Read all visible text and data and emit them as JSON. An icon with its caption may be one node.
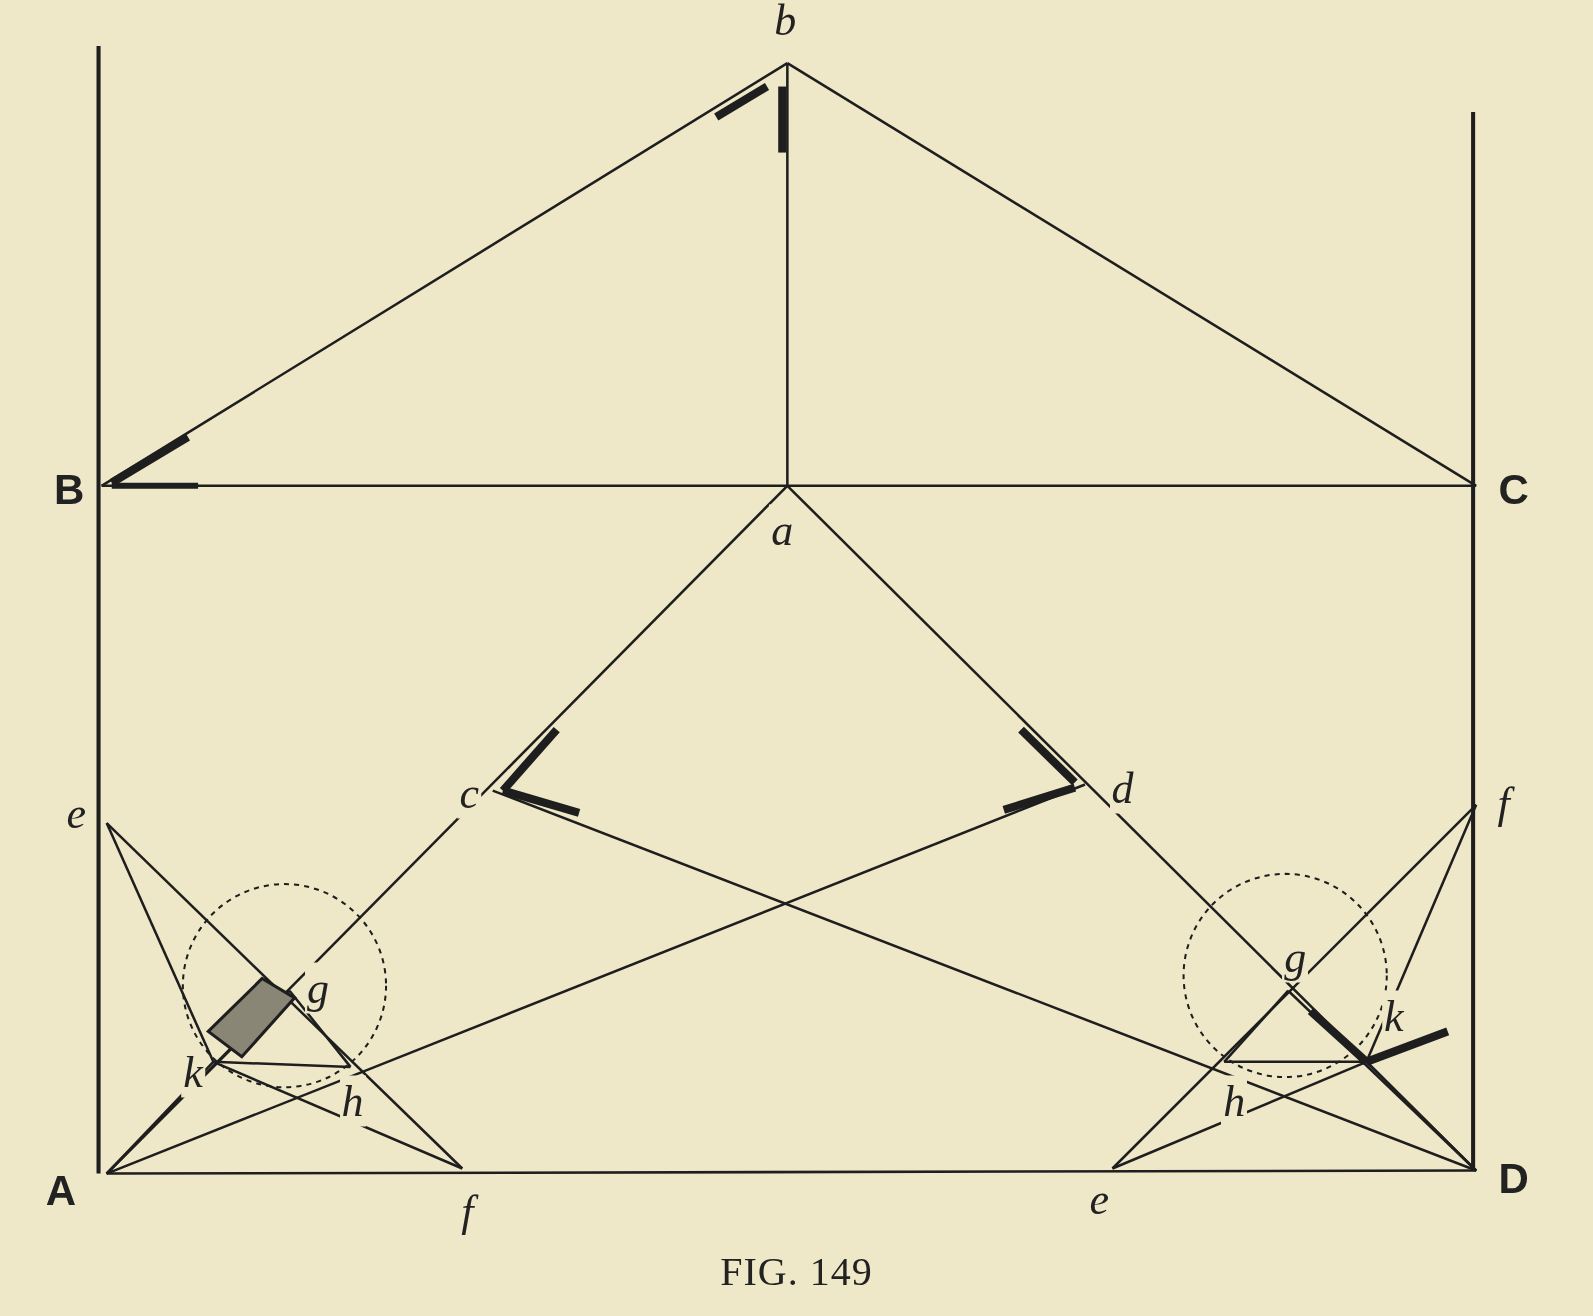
{
  "diagram": {
    "caption": "FIG. 149",
    "labels": [
      "b",
      "B",
      "C",
      "a",
      "c",
      "d",
      "e",
      "g",
      "k",
      "h",
      "A",
      "f",
      "f",
      "e",
      "D",
      "g",
      "k",
      "h"
    ]
  }
}
